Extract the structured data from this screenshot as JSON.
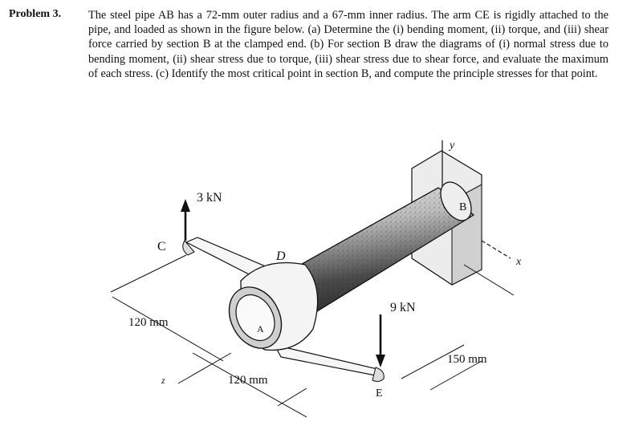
{
  "problem": {
    "label": "Problem 3.",
    "text": "The steel pipe AB has a 72-mm outer radius and a 67-mm inner radius. The arm CE is rigidly attached to the pipe, and loaded as shown in the figure below. (a) Determine the (i) bending moment, (ii) torque, and (iii) shear force carried by section B at the clamped end. (b) For section B draw the diagrams of (i) normal stress due to bending moment, (ii) shear stress due to torque, (iii) shear stress due to shear force, and evaluate the maximum of each stress. (c) Identify the most critical point in section B, and compute the principle stresses for that point."
  },
  "figure": {
    "load_c": "3 kN",
    "load_e": "9 kN",
    "dim_left": "120 mm",
    "dim_bottom": "120 mm",
    "dim_right": "150 mm",
    "point_a": "A",
    "point_b": "B",
    "point_c": "C",
    "point_d": "D",
    "point_e": "E",
    "axis_x": "x",
    "axis_y": "y",
    "axis_z": "z"
  }
}
